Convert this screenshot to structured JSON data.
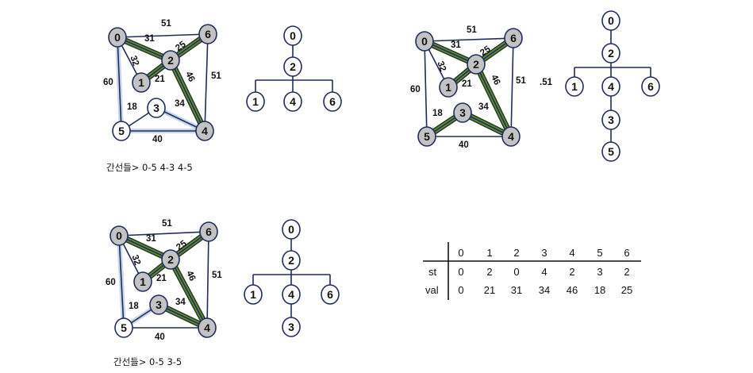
{
  "panel1": {
    "caption": "간선들>  0-5 4-3   4-5",
    "weights": {
      "w01": "51",
      "w02": "31",
      "w03": "25",
      "w04": "32",
      "w05": "21",
      "w06": "46",
      "w07": "51",
      "w08": "60",
      "w09": "18",
      "w10": "34",
      "w11": "40"
    },
    "nodes": {
      "n0": "0",
      "n1": "1",
      "n2": "2",
      "n3": "3",
      "n4": "4",
      "n5": "5",
      "n6": "6"
    },
    "tree": {
      "t0": "0",
      "t2": "2",
      "t1": "1",
      "t4": "4",
      "t6": "6"
    }
  },
  "panel2": {
    "stray_label": ".51",
    "weights": {
      "w01": "51",
      "w02": "31",
      "w03": "25",
      "w04": "32",
      "w05": "21",
      "w06": "46",
      "w07": "51",
      "w08": "60",
      "w09": "18",
      "w10": "34",
      "w11": "40"
    },
    "nodes": {
      "n0": "0",
      "n1": "1",
      "n2": "2",
      "n3": "3",
      "n4": "4",
      "n5": "5",
      "n6": "6"
    },
    "tree": {
      "t0": "0",
      "t2": "2",
      "t1": "1",
      "t4": "4",
      "t6": "6",
      "t3": "3",
      "t5": "5"
    }
  },
  "panel3": {
    "caption": "간선들>  0-5 3-5",
    "weights": {
      "w01": "51",
      "w02": "31",
      "w03": "25",
      "w04": "32",
      "w05": "21",
      "w06": "46",
      "w07": "51",
      "w08": "60",
      "w09": "18",
      "w10": "34",
      "w11": "40"
    },
    "nodes": {
      "n0": "0",
      "n1": "1",
      "n2": "2",
      "n3": "3",
      "n4": "4",
      "n5": "5",
      "n6": "6"
    },
    "tree": {
      "t0": "0",
      "t2": "2",
      "t1": "1",
      "t4": "4",
      "t6": "6",
      "t3": "3"
    }
  },
  "table": {
    "header": [
      "0",
      "1",
      "2",
      "3",
      "4",
      "5",
      "6"
    ],
    "rows": [
      {
        "label": "st",
        "values": [
          "0",
          "2",
          "0",
          "4",
          "2",
          "3",
          "2"
        ]
      },
      {
        "label": "val",
        "values": [
          "0",
          "21",
          "31",
          "34",
          "46",
          "18",
          "25"
        ]
      }
    ]
  },
  "colors": {
    "edge": "#1f2d5c",
    "highlight": "#5f8a3a",
    "halo": "#c9d6ea",
    "node_gray": "#c3c3c3"
  }
}
